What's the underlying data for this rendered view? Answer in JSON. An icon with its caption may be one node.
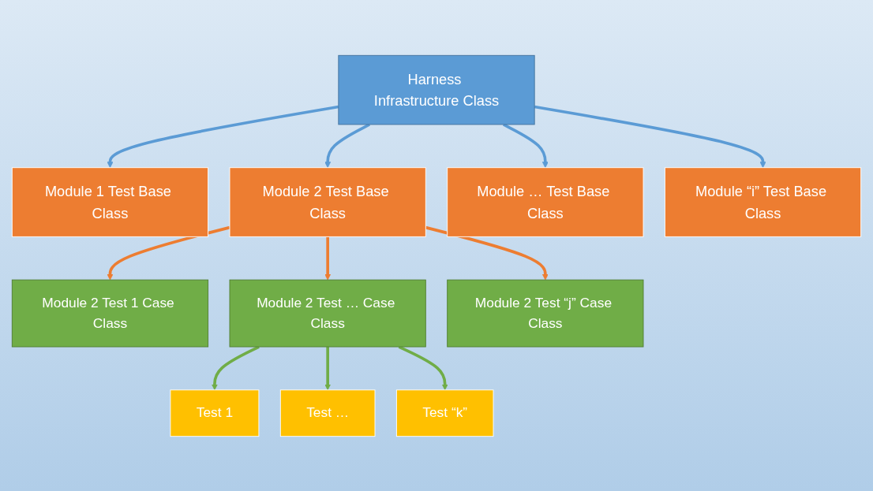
{
  "diagram": {
    "nodes": [
      {
        "text": [
          "Harness Infrastructure Class"
        ]
      },
      {
        "text": [
          "Module 1 Test Base Class"
        ]
      },
      {
        "text": [
          "Module 2 Test Base Class"
        ]
      },
      {
        "text": [
          "Module … Test Base Class"
        ]
      },
      {
        "text": [
          "Module “i” Test Base Class"
        ]
      },
      {
        "text": [
          "Module 2 Test 1 Case Class"
        ]
      },
      {
        "text": [
          "Module 2 Test … Case Class"
        ]
      },
      {
        "text": [
          "Module 2 Test “j” Case Class"
        ]
      },
      {
        "text": [
          "Test 1"
        ]
      },
      {
        "text": [
          "Test …"
        ]
      },
      {
        "text": [
          "Test “k”"
        ]
      }
    ],
    "edges": [
      {
        "from": 0,
        "to": 1,
        "arrow": "to",
        "color": "#5b9bd5"
      },
      {
        "from": 0,
        "to": 2,
        "arrow": "to",
        "color": "#5b9bd5"
      },
      {
        "from": 0,
        "to": 3,
        "arrow": "to",
        "color": "#5b9bd5"
      },
      {
        "from": 0,
        "to": 4,
        "arrow": "to",
        "color": "#5b9bd5"
      },
      {
        "from": 2,
        "to": 5,
        "arrow": "to",
        "color": "#ed7d31"
      },
      {
        "from": 2,
        "to": 6,
        "arrow": "to",
        "color": "#ed7d31"
      },
      {
        "from": 2,
        "to": 7,
        "arrow": "to",
        "color": "#ed7d31"
      },
      {
        "from": 6,
        "to": 8,
        "arrow": "to",
        "color": "#70ad47"
      },
      {
        "from": 6,
        "to": 9,
        "arrow": "to",
        "color": "#70ad47"
      },
      {
        "from": 6,
        "to": 10,
        "arrow": "to",
        "color": "#70ad47"
      }
    ]
  }
}
